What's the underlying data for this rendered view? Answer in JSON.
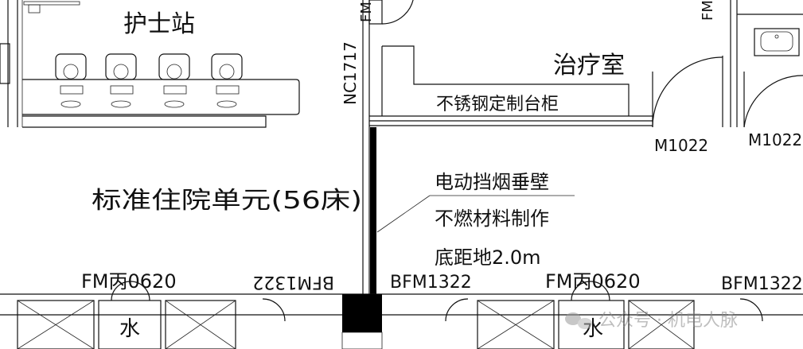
{
  "labels": {
    "nurse_station": "护士站",
    "treatment_room": "治疗室",
    "counter": "不锈钢定制台柜",
    "unit": "标准住院单元(56床)",
    "smoke_wall_1": "电动挡烟垂壁",
    "smoke_wall_2": "不燃材料制作",
    "smoke_wall_3": "底距地2.0m",
    "water_left": "水",
    "water_right": "水"
  },
  "tags": {
    "window": "NC1717",
    "door_m1022_a": "M1022",
    "door_m1022_b": "M1022",
    "fm_left": "FM丙0620",
    "bfm_mirrored": "BFM1322",
    "bfm_center": "BFM1322",
    "fm_right": "FM丙0620",
    "bfm_right": "BFM1322",
    "fm_top_left": "FM",
    "fm_top_right": "FM"
  },
  "watermark": "公众号 · 机电人脉"
}
